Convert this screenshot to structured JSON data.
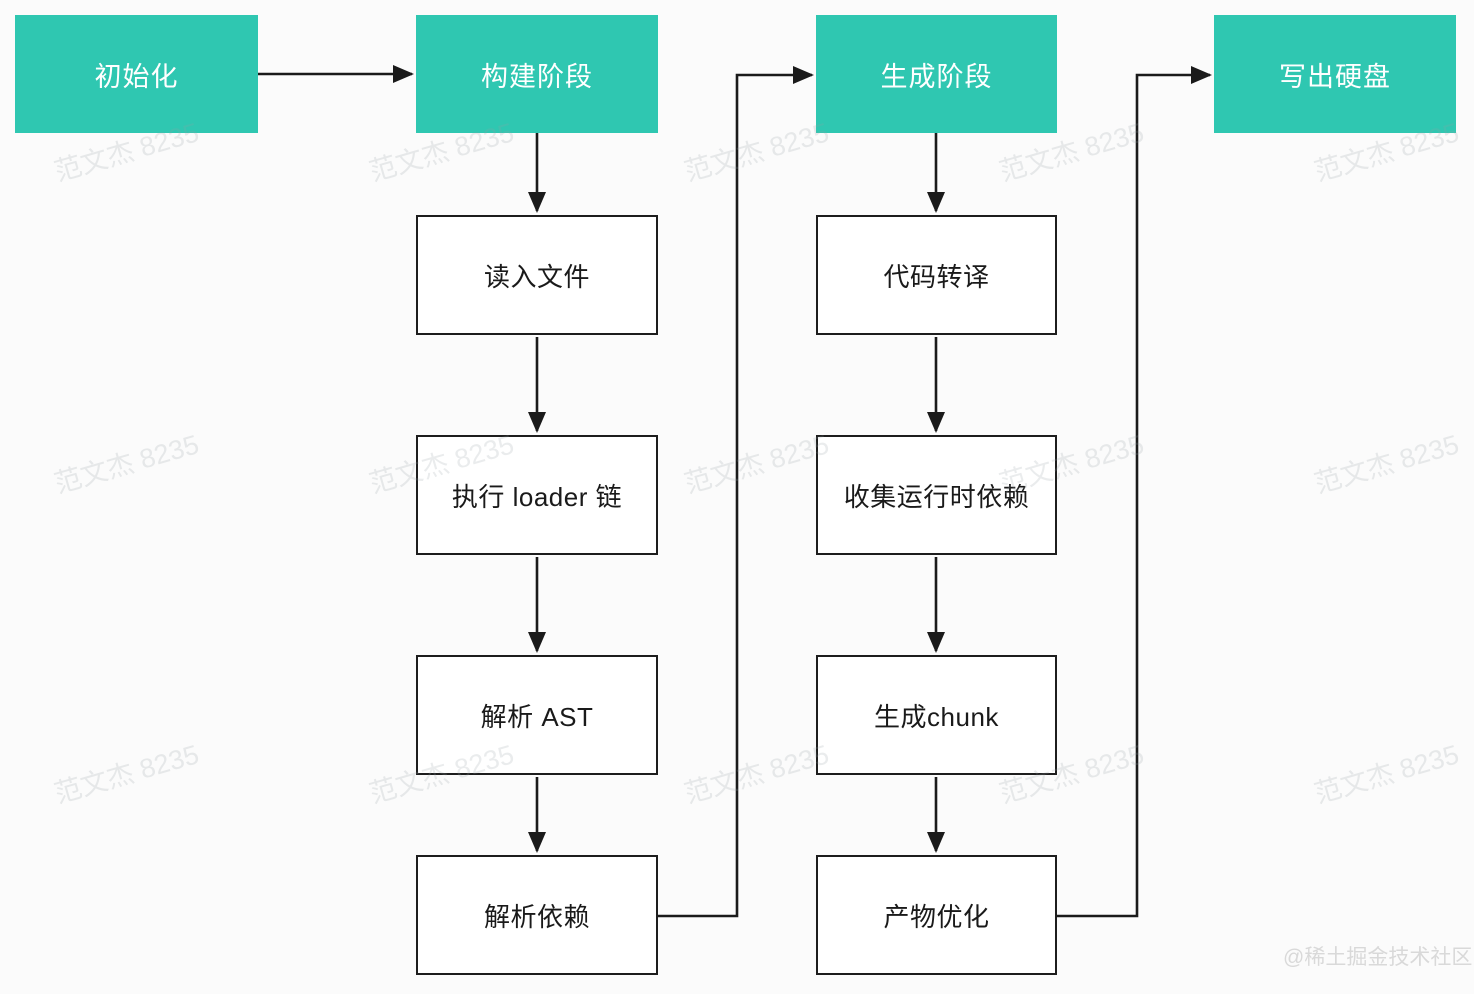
{
  "colors": {
    "phase_fill": "#2fc7b1",
    "phase_text": "#ffffff",
    "step_fill": "#ffffff",
    "box_border": "#1d1d1d",
    "arrow": "#1a1a1a",
    "background": "#fbfbfb",
    "watermark_text": "#e8ebed",
    "credit_text": "#d9d9d9"
  },
  "diagram": {
    "type": "flowchart",
    "phases": [
      {
        "label": "初始化"
      },
      {
        "label": "构建阶段"
      },
      {
        "label": "生成阶段"
      },
      {
        "label": "写出硬盘"
      }
    ],
    "build_steps": [
      {
        "label": "读入文件"
      },
      {
        "label": "执行 loader 链"
      },
      {
        "label": "解析 AST"
      },
      {
        "label": "解析依赖"
      }
    ],
    "generate_steps": [
      {
        "label": "代码转译"
      },
      {
        "label": "收集运行时依赖"
      },
      {
        "label": "生成chunk"
      },
      {
        "label": "产物优化"
      }
    ],
    "connections": [
      "初始化 → 构建阶段",
      "构建阶段 → 读入文件",
      "读入文件 → 执行 loader 链",
      "执行 loader 链 → 解析 AST",
      "解析 AST → 解析依赖",
      "解析依赖 → 生成阶段",
      "生成阶段 → 代码转译",
      "代码转译 → 收集运行时依赖",
      "收集运行时依赖 → 生成chunk",
      "生成chunk → 产物优化",
      "产物优化 → 写出硬盘"
    ]
  },
  "watermark": {
    "text": "范文杰 8235"
  },
  "credit": {
    "text": "@稀土掘金技术社区"
  }
}
